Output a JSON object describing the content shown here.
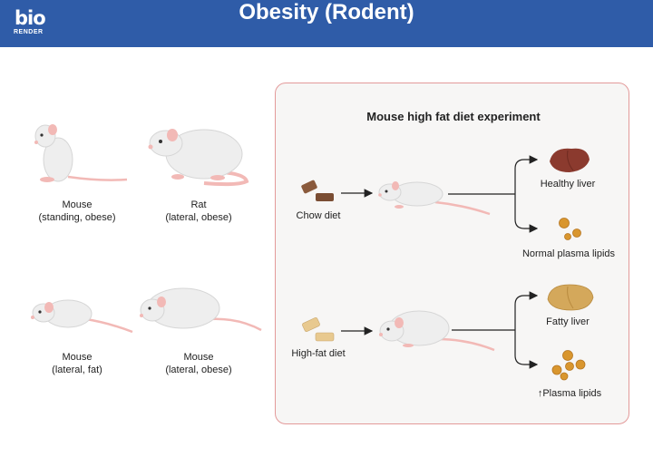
{
  "header": {
    "title": "Obesity (Rodent)",
    "logo_main": "bio",
    "logo_sub": "RENDER",
    "background": "#2f5ca8"
  },
  "animals": [
    {
      "name": "Mouse",
      "detail": "(standing, obese)"
    },
    {
      "name": "Rat",
      "detail": "(lateral, obese)"
    },
    {
      "name": "Mouse",
      "detail": "(lateral, fat)"
    },
    {
      "name": "Mouse",
      "detail": "(lateral, obese)"
    }
  ],
  "experiment": {
    "title": "Mouse high fat diet experiment",
    "border_color": "#e39a9a",
    "chow": {
      "diet": "Chow diet",
      "outcomes": [
        "Healthy liver",
        "Normal plasma lipids"
      ]
    },
    "hfd": {
      "diet": "High-fat diet",
      "outcomes": [
        "Fatty liver",
        "↑Plasma lipids"
      ]
    }
  },
  "colors": {
    "rodent_body": "#eeeeee",
    "rodent_pink": "#f2b9b6",
    "chow_pellet": "#8a5a3c",
    "hfd_pellet": "#e8c98f",
    "healthy_liver": "#8b3a2e",
    "fatty_liver": "#d4a85b",
    "lipid": "#d9962e"
  }
}
